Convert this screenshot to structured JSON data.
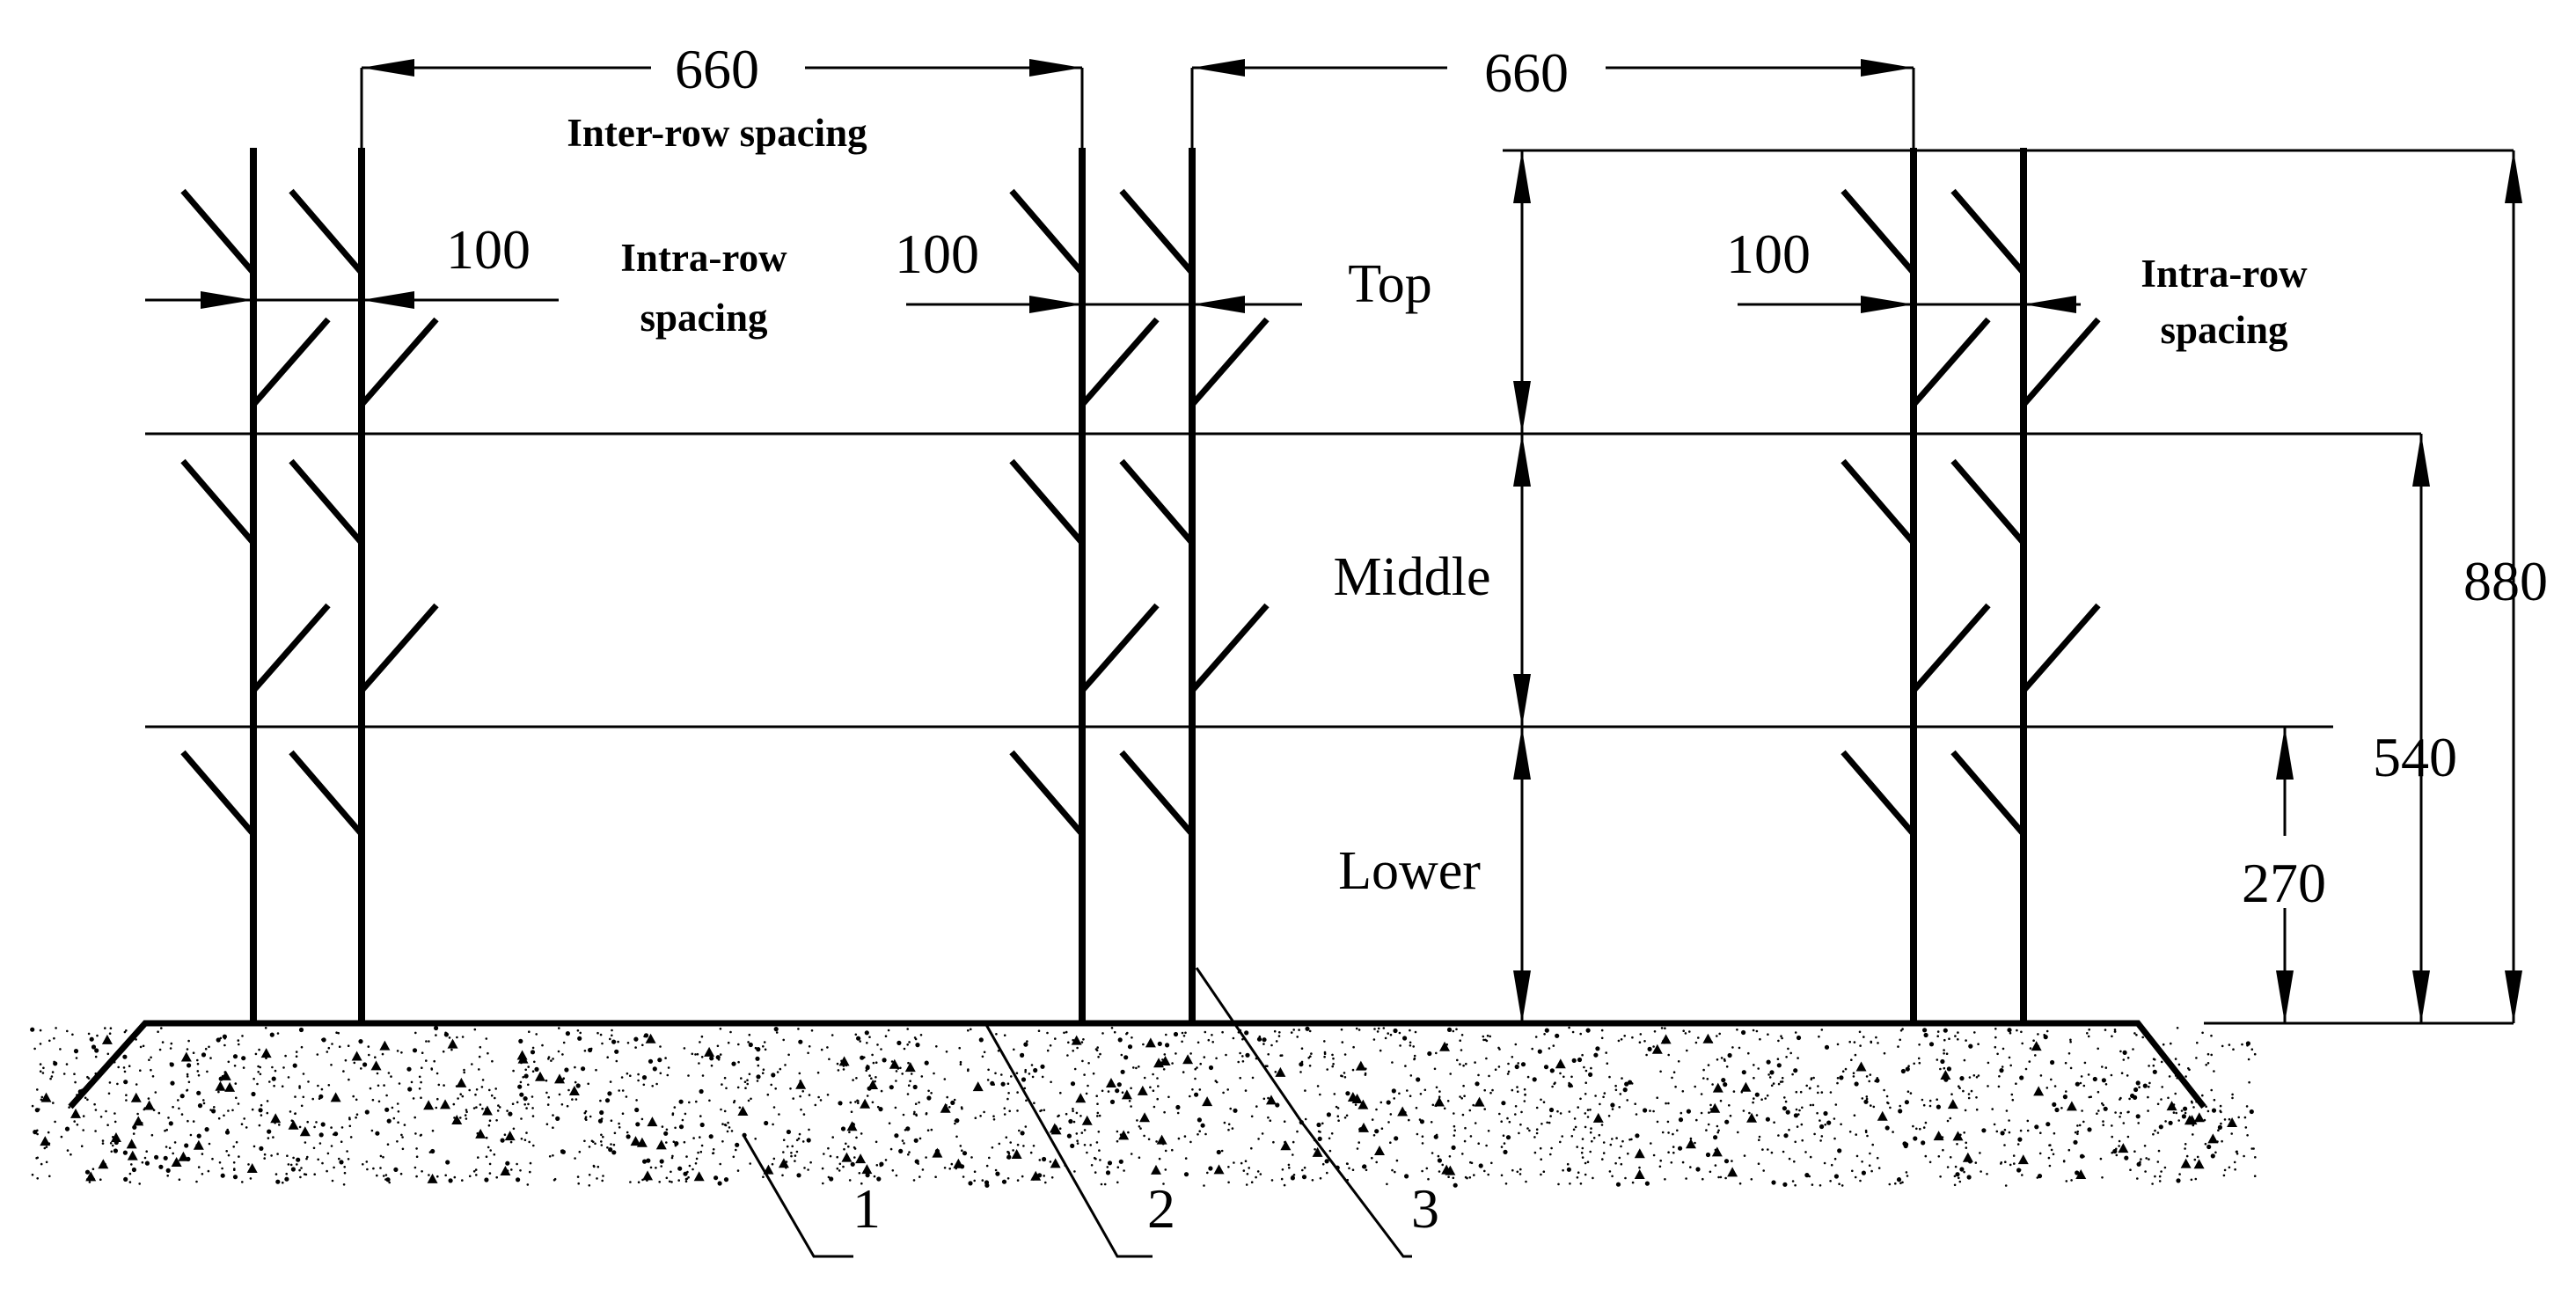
{
  "dimensions": {
    "inter_row_left": "660",
    "inter_row_right": "660",
    "intra_row_left": "100",
    "intra_row_center": "100",
    "intra_row_right": "100",
    "height_total": "880",
    "height_middle": "540",
    "height_lower": "270"
  },
  "labels": {
    "inter_row_spacing": "Inter-row spacing",
    "intra_row_line1": "Intra-row",
    "intra_row_line2": "spacing"
  },
  "zones": {
    "top": "Top",
    "middle": "Middle",
    "lower": "Lower"
  },
  "callouts": {
    "soil": "1",
    "ground_line": "2",
    "plant_stem": "3"
  }
}
